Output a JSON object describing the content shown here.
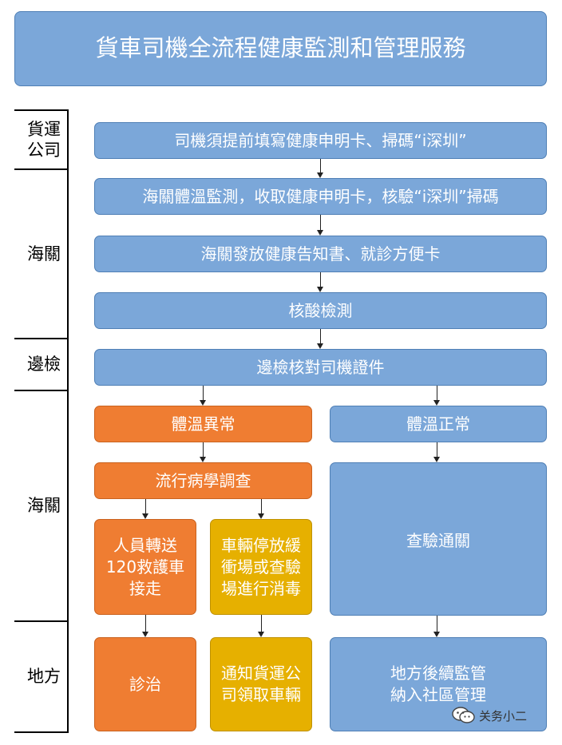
{
  "title": "貨車司機全流程健康監測和管理服務",
  "lanes": {
    "freight": "貨運\n公司",
    "customs1": "海關",
    "border": "邊檢",
    "customs2": "海關",
    "local": "地方"
  },
  "steps": {
    "s1": "司機須提前填寫健康申明卡、掃碼“i深圳”",
    "s2": "海關體溫監測，收取健康申明卡，核驗“i深圳”掃碼",
    "s3": "海關發放健康告知書、就診方便卡",
    "s4": "核酸檢測",
    "s5": "邊檢核對司機證件",
    "abnormal": "體溫異常",
    "normal": "體溫正常",
    "epi": "流行病學調查",
    "transfer": "人員轉送\n120救護車\n接走",
    "vehicle": "車輛停放緩\n衝場或查驗\n場進行消毒",
    "inspect": "查驗通關",
    "treat": "診治",
    "notify": "通知貨運公\n司領取車輛",
    "local_mgmt": "地方後續監管\n納入社區管理"
  },
  "watermark": {
    "text": "关务小二",
    "icon": "wechat-icon"
  },
  "colors": {
    "blue": "#7ba7d9",
    "orange": "#ef7d32",
    "yellow": "#e6b000"
  }
}
